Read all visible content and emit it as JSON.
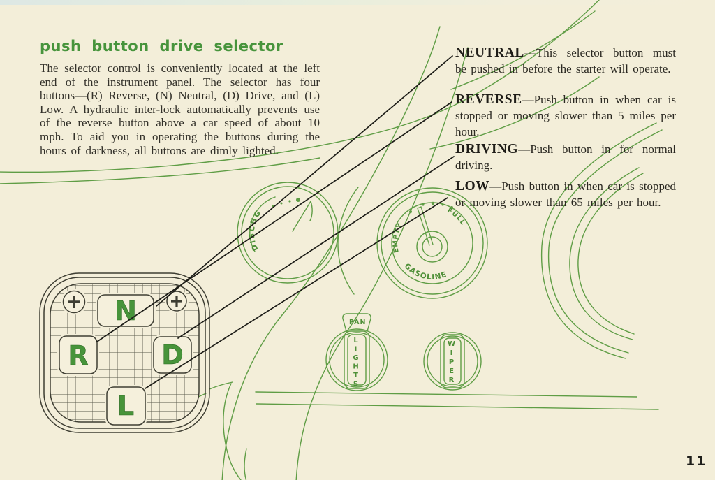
{
  "page": {
    "title": "push button drive selector",
    "intro": "The selector control is conveniently located at the left end of the instrument panel. The selector has four buttons—(R) Reverse, (N) Neutral, (D) Drive, and (L) Low. A hydraulic inter-lock automatically prevents use of the reverse button above a car speed of about 10 mph. To aid you in operating the buttons during the hours of darkness, all buttons are dimly lighted.",
    "page_number": "11"
  },
  "definitions": [
    {
      "term": "NEUTRAL",
      "text": "—This selector button must be pushed in before the starter will operate."
    },
    {
      "term": "REVERSE",
      "text": "—Push button in when car is stopped or moving slower than 5 miles per hour."
    },
    {
      "term": "DRIVING",
      "text": "—Push button in for normal driving."
    },
    {
      "term": "LOW",
      "text": "—Push button in when car is stopped or moving slower than 65 miles per hour."
    }
  ],
  "illustration": {
    "buttons": {
      "neutral": "N",
      "reverse": "R",
      "drive": "D",
      "low": "L"
    },
    "gauges": {
      "ammeter_label": "DISCHG",
      "fuel_empty": "EMPTY",
      "fuel_full": "FULL",
      "fuel_label": "GASOLINE"
    },
    "knobs": {
      "lights_tab": "PAN",
      "lights": "LIGHTS",
      "wiper": "WIPER"
    }
  },
  "colors": {
    "background": "#f3eed9",
    "title_green": "#47943c",
    "art_green": "#5f9d45",
    "body_ink": "#33312a",
    "callout_black": "#1d1d18"
  }
}
